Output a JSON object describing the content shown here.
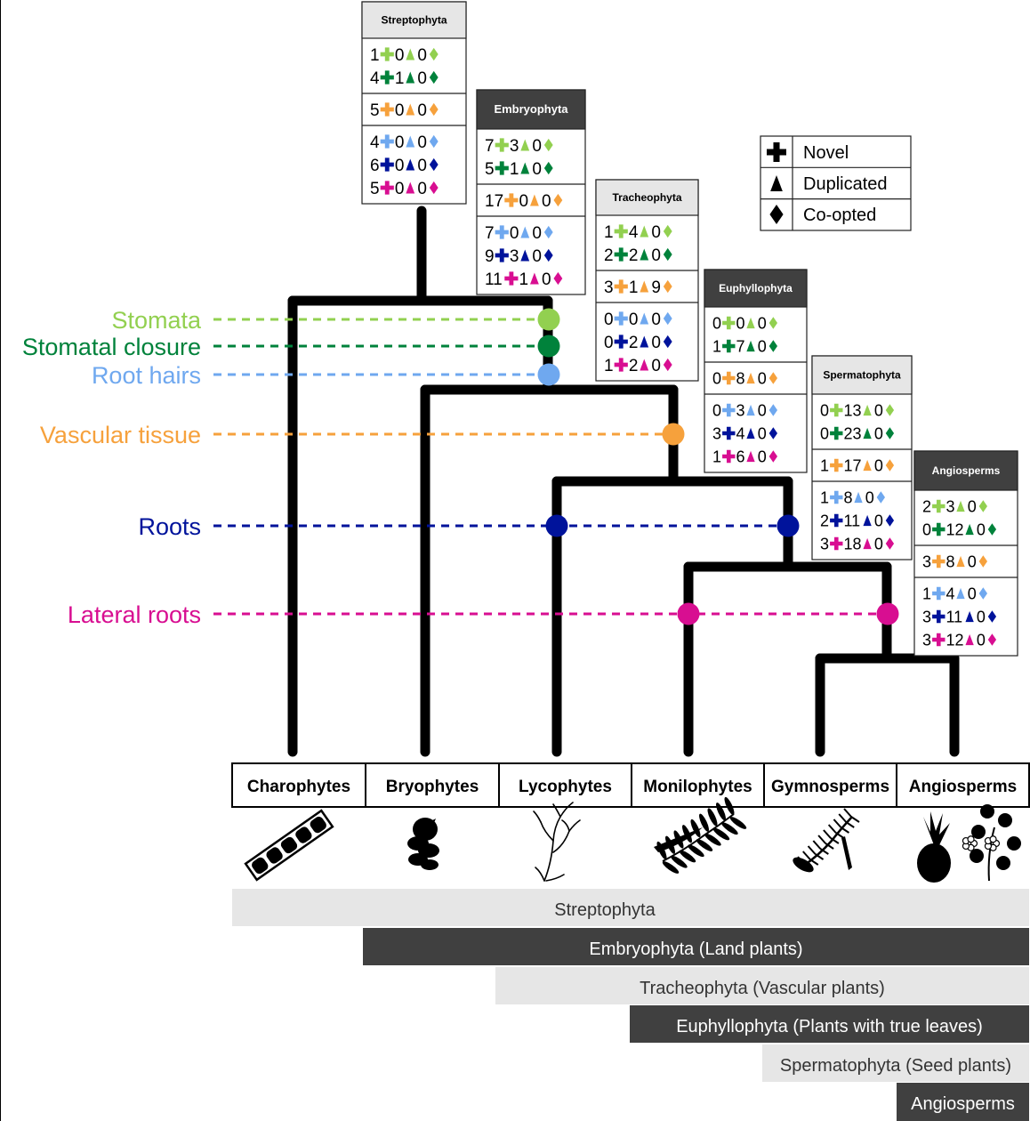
{
  "colors": {
    "stomata": "#92d050",
    "stomatal_closure": "#00823b",
    "root_hairs": "#6fa8ef",
    "vascular_tissue": "#f6a13c",
    "roots": "#00139b",
    "lateral_roots": "#d80e91",
    "box_dark": "#404040",
    "box_light": "#e6e6e6"
  },
  "traits": [
    {
      "key": "stomata",
      "label": "Stomata"
    },
    {
      "key": "stomatal_closure",
      "label": "Stomatal closure"
    },
    {
      "key": "root_hairs",
      "label": "Root hairs"
    },
    {
      "key": "vascular_tissue",
      "label": "Vascular tissue"
    },
    {
      "key": "roots",
      "label": "Roots"
    },
    {
      "key": "lateral_roots",
      "label": "Lateral roots"
    }
  ],
  "legend": [
    {
      "symbol": "plus",
      "label": "Novel"
    },
    {
      "symbol": "triangle",
      "label": "Duplicated"
    },
    {
      "symbol": "diamond",
      "label": "Co-opted"
    }
  ],
  "taxa": [
    "Charophytes",
    "Bryophytes",
    "Lycophytes",
    "Monilophytes",
    "Gymnosperms",
    "Angiosperms"
  ],
  "silhouettes": [
    "charophyte-silhouette-icon",
    "bryophyte-silhouette-icon",
    "lycophyte-silhouette-icon",
    "fern-silhouette-icon",
    "conifer-silhouette-icon",
    "angiosperm-silhouette-icon"
  ],
  "clades": [
    {
      "label": "Streptophyta",
      "shade": "light"
    },
    {
      "label": "Embryophyta (Land plants)",
      "shade": "dark"
    },
    {
      "label": "Tracheophyta (Vascular plants)",
      "shade": "light"
    },
    {
      "label": "Euphyllophyta (Plants with true leaves)",
      "shade": "dark"
    },
    {
      "label": "Spermatophyta (Seed plants)",
      "shade": "light"
    },
    {
      "label": "Angiosperms",
      "shade": "dark"
    }
  ],
  "gene_boxes": [
    {
      "title": "Streptophyta",
      "dark": false,
      "groups": [
        [
          {
            "c": "stomata",
            "n": "1",
            "d": "0",
            "o": "0"
          },
          {
            "c": "stomatal_closure",
            "n": "4",
            "d": "1",
            "o": "0"
          }
        ],
        [
          {
            "c": "vascular_tissue",
            "n": "5",
            "d": "0",
            "o": "0"
          }
        ],
        [
          {
            "c": "root_hairs",
            "n": "4",
            "d": "0",
            "o": "0"
          },
          {
            "c": "roots",
            "n": "6",
            "d": "0",
            "o": "0"
          },
          {
            "c": "lateral_roots",
            "n": "5",
            "d": "0",
            "o": "0"
          }
        ]
      ]
    },
    {
      "title": "Embryophyta",
      "dark": true,
      "groups": [
        [
          {
            "c": "stomata",
            "n": "7",
            "d": "3",
            "o": "0"
          },
          {
            "c": "stomatal_closure",
            "n": "5",
            "d": "1",
            "o": "0"
          }
        ],
        [
          {
            "c": "vascular_tissue",
            "n": "17",
            "d": "0",
            "o": "0"
          }
        ],
        [
          {
            "c": "root_hairs",
            "n": "7",
            "d": "0",
            "o": "0"
          },
          {
            "c": "roots",
            "n": "9",
            "d": "3",
            "o": "0"
          },
          {
            "c": "lateral_roots",
            "n": "11",
            "d": "1",
            "o": "0"
          }
        ]
      ]
    },
    {
      "title": "Tracheophyta",
      "dark": false,
      "groups": [
        [
          {
            "c": "stomata",
            "n": "1",
            "d": "4",
            "o": "0"
          },
          {
            "c": "stomatal_closure",
            "n": "2",
            "d": "2",
            "o": "0"
          }
        ],
        [
          {
            "c": "vascular_tissue",
            "n": "3",
            "d": "1",
            "o": "9"
          }
        ],
        [
          {
            "c": "root_hairs",
            "n": "0",
            "d": "0",
            "o": "0"
          },
          {
            "c": "roots",
            "n": "0",
            "d": "2",
            "o": "0"
          },
          {
            "c": "lateral_roots",
            "n": "1",
            "d": "2",
            "o": "0"
          }
        ]
      ]
    },
    {
      "title": "Euphyllophyta",
      "dark": true,
      "groups": [
        [
          {
            "c": "stomata",
            "n": "0",
            "d": "0",
            "o": "0"
          },
          {
            "c": "stomatal_closure",
            "n": "1",
            "d": "7",
            "o": "0"
          }
        ],
        [
          {
            "c": "vascular_tissue",
            "n": "0",
            "d": "8",
            "o": "0"
          }
        ],
        [
          {
            "c": "root_hairs",
            "n": "0",
            "d": "3",
            "o": "0"
          },
          {
            "c": "roots",
            "n": "3",
            "d": "4",
            "o": "0"
          },
          {
            "c": "lateral_roots",
            "n": "1",
            "d": "6",
            "o": "0"
          }
        ]
      ]
    },
    {
      "title": "Spermatophyta",
      "dark": false,
      "groups": [
        [
          {
            "c": "stomata",
            "n": "0",
            "d": "13",
            "o": "0"
          },
          {
            "c": "stomatal_closure",
            "n": "0",
            "d": "23",
            "o": "0"
          }
        ],
        [
          {
            "c": "vascular_tissue",
            "n": "1",
            "d": "17",
            "o": "0"
          }
        ],
        [
          {
            "c": "root_hairs",
            "n": "1",
            "d": "8",
            "o": "0"
          },
          {
            "c": "roots",
            "n": "2",
            "d": "11",
            "o": "0"
          },
          {
            "c": "lateral_roots",
            "n": "3",
            "d": "18",
            "o": "0"
          }
        ]
      ]
    },
    {
      "title": "Angiosperms",
      "dark": true,
      "groups": [
        [
          {
            "c": "stomata",
            "n": "2",
            "d": "3",
            "o": "0"
          },
          {
            "c": "stomatal_closure",
            "n": "0",
            "d": "12",
            "o": "0"
          }
        ],
        [
          {
            "c": "vascular_tissue",
            "n": "3",
            "d": "8",
            "o": "0"
          }
        ],
        [
          {
            "c": "root_hairs",
            "n": "1",
            "d": "4",
            "o": "0"
          },
          {
            "c": "roots",
            "n": "3",
            "d": "11",
            "o": "0"
          },
          {
            "c": "lateral_roots",
            "n": "3",
            "d": "12",
            "o": "0"
          }
        ]
      ]
    }
  ]
}
